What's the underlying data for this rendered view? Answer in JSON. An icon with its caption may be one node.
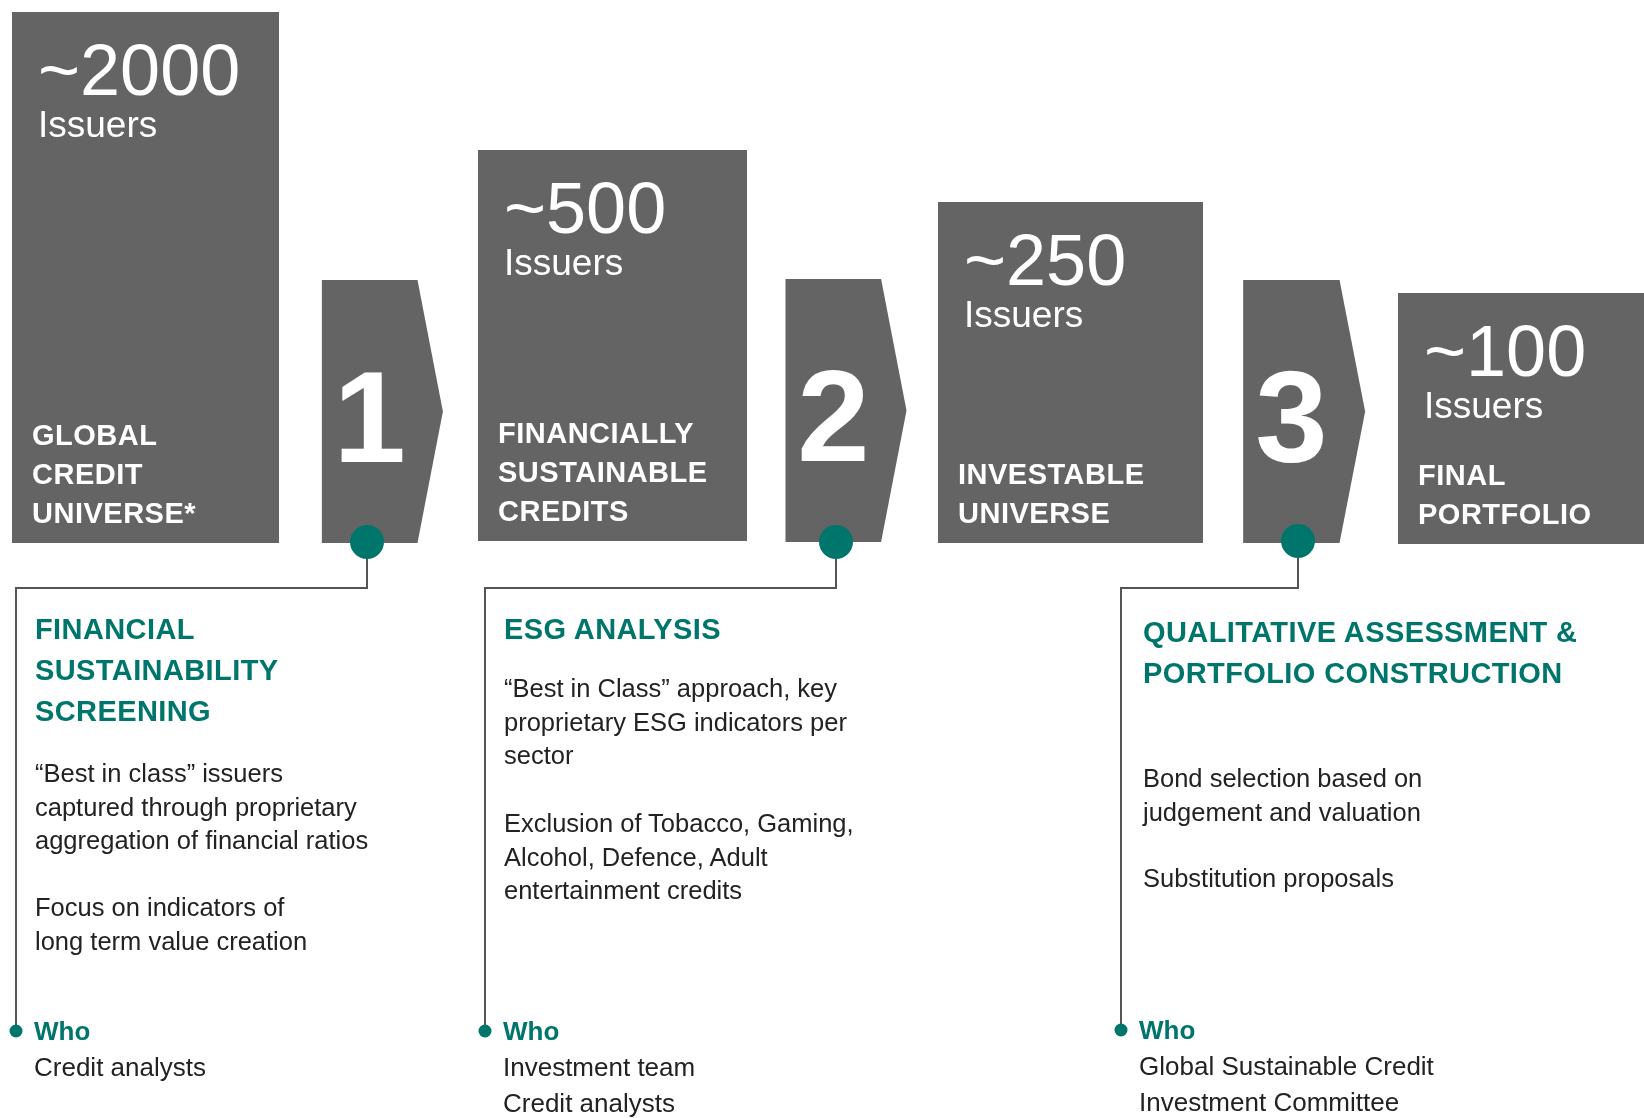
{
  "diagram": {
    "nodes": [
      {
        "text": [
          "~2000",
          "Issuers",
          "GLOBAL CREDIT UNIVERSE*"
        ]
      },
      {
        "text": [
          "~500",
          "Issuers",
          "FINANCIALLY SUSTAINABLE CREDITS"
        ]
      },
      {
        "text": [
          "~250",
          "Issuers",
          "INVESTABLE UNIVERSE"
        ]
      },
      {
        "text": [
          "~100",
          "Issuers",
          "FINAL PORTFOLIO"
        ]
      },
      {
        "text": [],
        "shape": "circle"
      },
      {
        "text": [],
        "shape": "circle"
      },
      {
        "text": [],
        "shape": "circle"
      },
      {
        "text": [
          "Who",
          "Credit analysts"
        ]
      },
      {
        "text": [
          "Who",
          "Investment team",
          "Credit analysts"
        ]
      },
      {
        "text": [
          "Who",
          "Global Sustainable Credit Investment Committee"
        ]
      }
    ],
    "edges": [
      {
        "from": 0,
        "to": 1,
        "arrow": "to",
        "label": "1",
        "style": "thick"
      },
      {
        "from": 1,
        "to": 2,
        "arrow": "to",
        "label": "2",
        "style": "thick"
      },
      {
        "from": 2,
        "to": 3,
        "arrow": "to",
        "label": "3",
        "style": "thick"
      },
      {
        "from": 4,
        "to": 7,
        "arrow": "other"
      },
      {
        "from": 5,
        "to": 8,
        "arrow": "other"
      },
      {
        "from": 6,
        "to": 9,
        "arrow": "other"
      }
    ],
    "labels": [
      "FINANCIAL SUSTAINABILITY SCREENING",
      "“Best in class” issuers captured through proprietary aggregation of financial ratios",
      "Focus on indicators of long term value creation",
      "ESG ANALYSIS",
      "“Best in Class” approach, key proprietary ESG indicators per sector",
      "Exclusion of Tobacco, Gaming, Alcohol, Defence, Adult entertainment credits",
      "QUALITATIVE ASSESSMENT & PORTFOLIO CONSTRUCTION",
      "Bond selection based on judgement and valuation",
      "Substitution proposals"
    ]
  }
}
